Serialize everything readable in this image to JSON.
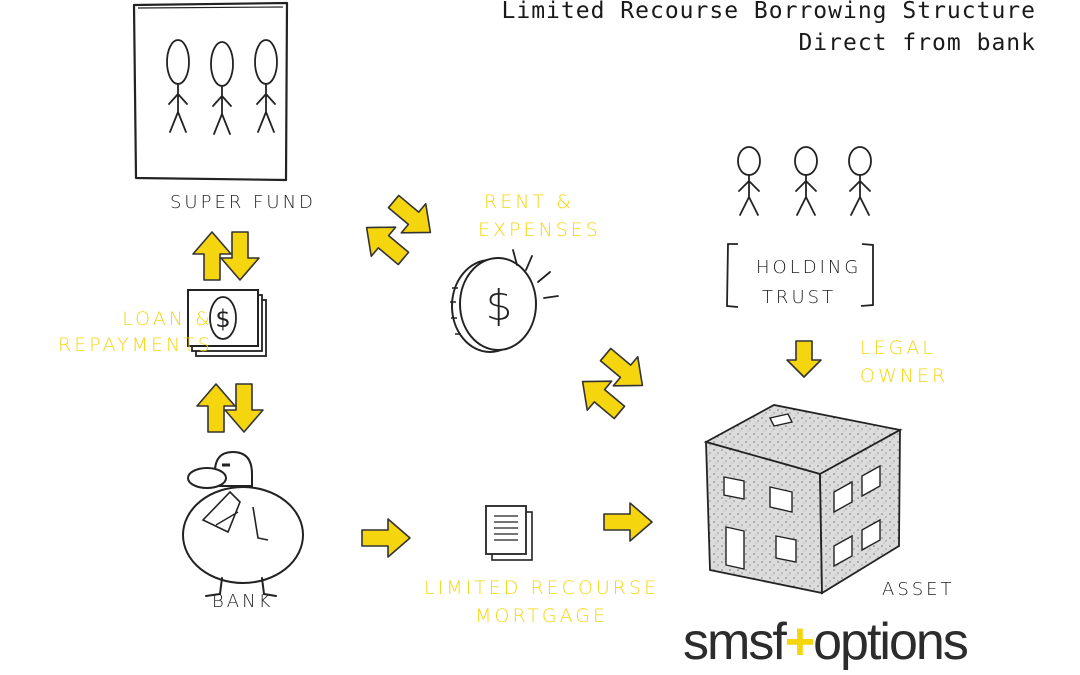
{
  "title": {
    "line1": "Limited Recourse Borrowing Structure",
    "line2": "Direct from bank"
  },
  "nodes": {
    "super_fund": "SUPER  FUND",
    "loan_repayments": [
      "LOAN  &",
      "REPAYMENTS"
    ],
    "bank": "BANK",
    "rent_expenses": [
      "RENT  &",
      "EXPENSES"
    ],
    "mortgage": [
      "LIMITED  RECOURSE",
      "MORTGAGE"
    ],
    "holding_trust": [
      "HOLDING",
      "TRUST"
    ],
    "legal_owner": [
      "LEGAL",
      "OWNER"
    ],
    "asset": "ASSET"
  },
  "brand": {
    "left": "smsf",
    "plus": "+",
    "right": "options"
  },
  "colors": {
    "accent": "#f5d50e",
    "ink": "#1c1c1c",
    "brand_text": "#2c2c2c"
  }
}
